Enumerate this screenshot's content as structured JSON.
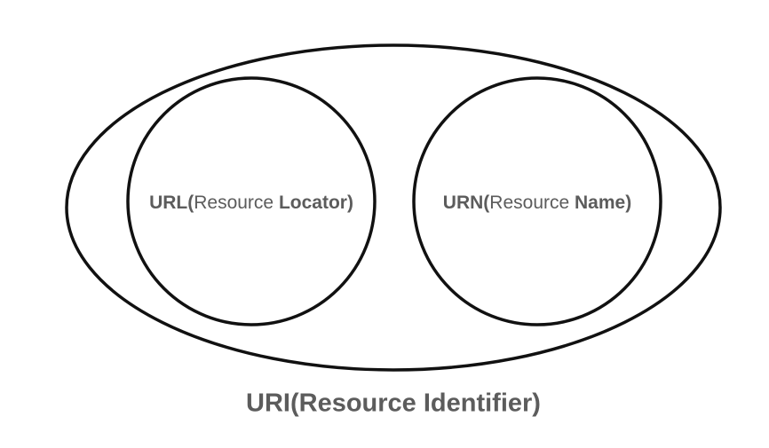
{
  "diagram": {
    "outer": {
      "label": "URI(Resource Identifier)"
    },
    "left_circle": {
      "label_bold_start": "URL(",
      "label_regular": "Resource ",
      "label_bold_end": "Locator)"
    },
    "right_circle": {
      "label_bold_start": "URN(",
      "label_regular": "Resource ",
      "label_bold_end": "Name)"
    },
    "colors": {
      "stroke": "#111111",
      "text": "#5c5c5c",
      "background": "#ffffff"
    }
  }
}
